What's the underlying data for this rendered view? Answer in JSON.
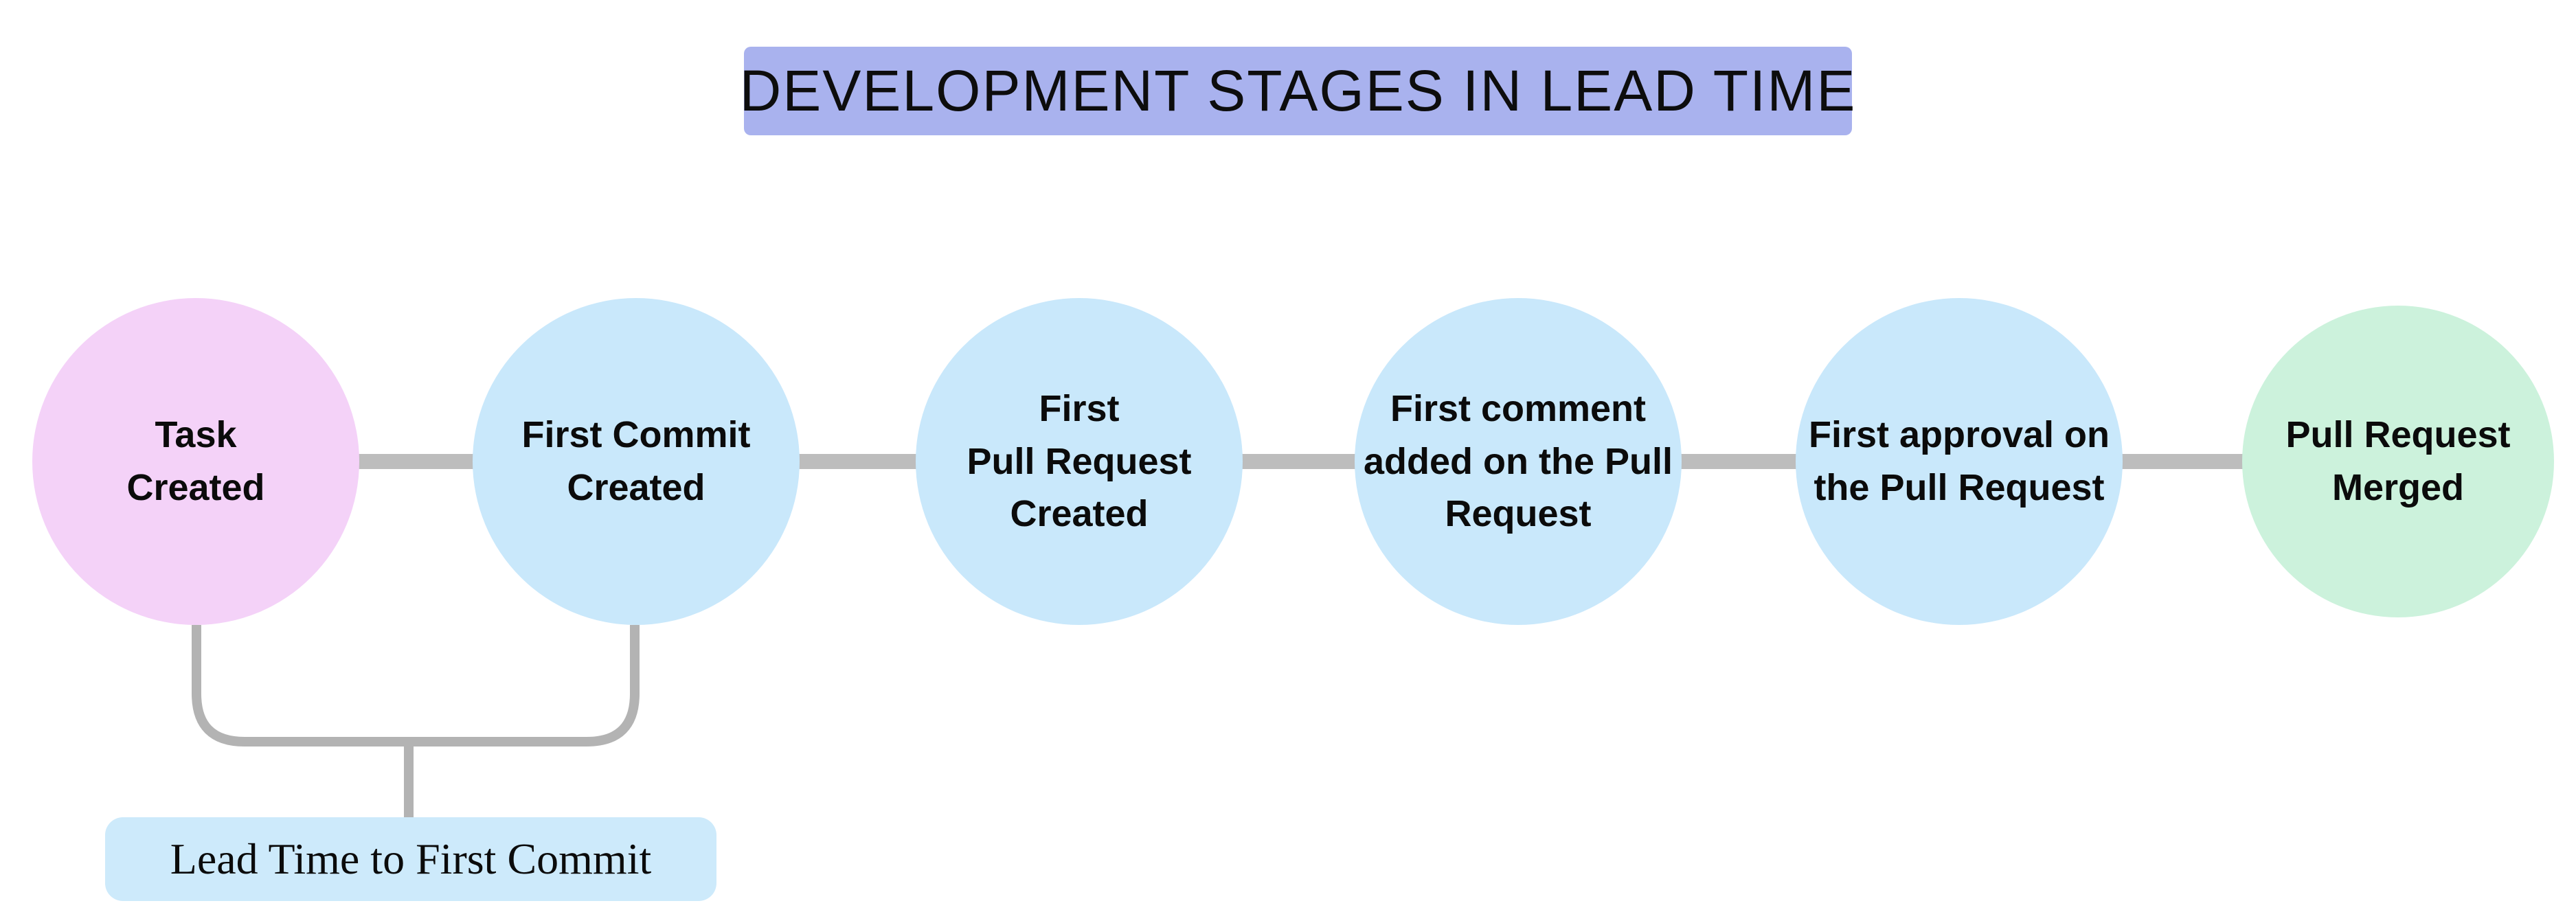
{
  "title": {
    "label": "DEVELOPMENT STAGES IN LEAD TIME"
  },
  "flow": {
    "stages": [
      {
        "id": "task-created",
        "label": "Task\nCreated",
        "color": "#f4d2f8"
      },
      {
        "id": "first-commit-created",
        "label": "First Commit\nCreated",
        "color": "#c9e8fb"
      },
      {
        "id": "first-pull-request-created",
        "label": "First\nPull Request\nCreated",
        "color": "#c9e8fb"
      },
      {
        "id": "first-comment-added",
        "label": "First comment\nadded on the Pull\nRequest",
        "color": "#c9e8fb"
      },
      {
        "id": "first-approval",
        "label": "First approval on\nthe Pull Request",
        "color": "#c9e8fb"
      },
      {
        "id": "pull-request-merged",
        "label": "Pull Request\nMerged",
        "color": "#ccf2dc"
      }
    ]
  },
  "annotation": {
    "label": "Lead Time to First Commit",
    "bg": "#cdeafb"
  },
  "colors": {
    "title_bg": "#a9b2ee",
    "connector": "#bdbdbd",
    "bracket": "#b3b3b3",
    "background": "#ffffff"
  }
}
